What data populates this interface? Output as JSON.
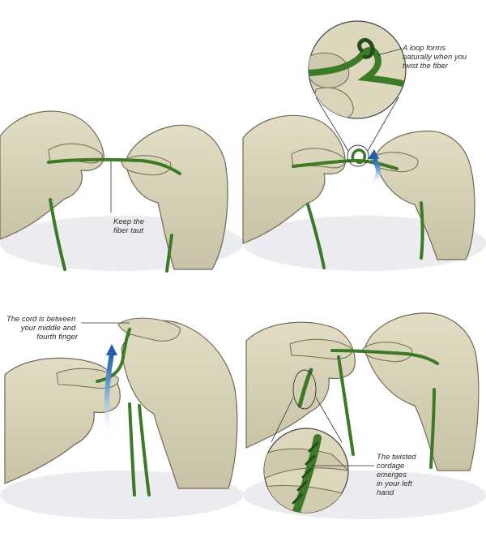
{
  "callouts": {
    "panel1": {
      "line1": "Keep the",
      "line2": "fiber taut"
    },
    "panel2": {
      "line1": "A loop forms",
      "line2": "naturally when you",
      "line3": "twist the fiber"
    },
    "panel3": {
      "line1": "The cord is between",
      "line2": "your middle and",
      "line3": "fourth finger"
    },
    "panel4": {
      "line1": "The twisted",
      "line2": "cordage",
      "line3": "emerges",
      "line4": "in your left",
      "line5": "hand"
    }
  },
  "colors": {
    "skin": "#d7d2b7",
    "skin_shadow": "#b9b397",
    "skin_outline": "#6f6a55",
    "cord": "#3d7a27",
    "cord_dark": "#244d17",
    "arrow": "#1f5fa8",
    "ground_shadow": "#e6e6ea"
  }
}
